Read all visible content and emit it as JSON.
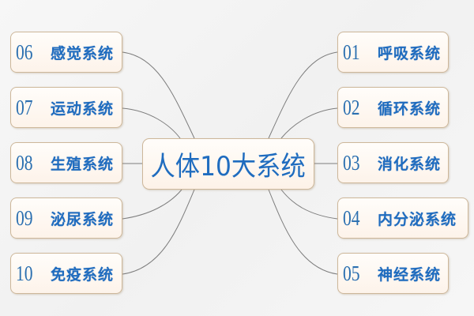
{
  "center": {
    "title": "人体10大系统"
  },
  "left_nodes": [
    {
      "num": "06",
      "label": "感觉系统"
    },
    {
      "num": "07",
      "label": "运动系统"
    },
    {
      "num": "08",
      "label": "生殖系统"
    },
    {
      "num": "09",
      "label": "泌尿系统"
    },
    {
      "num": "10",
      "label": "免疫系统"
    }
  ],
  "right_nodes": [
    {
      "num": "01",
      "label": "呼吸系统"
    },
    {
      "num": "02",
      "label": "循环系统"
    },
    {
      "num": "03",
      "label": "消化系统"
    },
    {
      "num": "04",
      "label": "内分泌系统"
    },
    {
      "num": "05",
      "label": "神经系统"
    }
  ],
  "colors": {
    "text": "#1f6cbf",
    "box_border": "#cdb79a",
    "box_fill": "#fdf3ea",
    "connector": "#7a7a7a",
    "background": "#f4f4f4"
  }
}
